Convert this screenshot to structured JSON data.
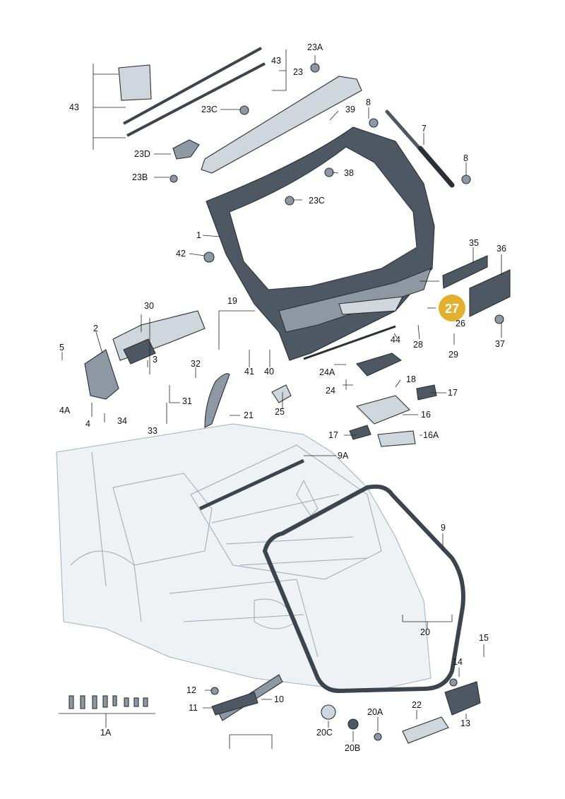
{
  "diagram": {
    "colors": {
      "part_dark": "#4d5862",
      "part_mid": "#8d98a2",
      "part_light": "#cfd6dc",
      "body_outline": "#9fb0bd",
      "highlight_badge": "#e2b02e"
    },
    "highlighted_part": "27",
    "labels": {
      "p1": "1",
      "p1A": "1A",
      "p2": "2",
      "p3": "3",
      "p4": "4",
      "p4A": "4A",
      "p5": "5",
      "p7": "7",
      "p8a": "8",
      "p8b": "8",
      "p9": "9",
      "p9A": "9A",
      "p10": "10",
      "p11": "11",
      "p12": "12",
      "p13": "13",
      "p14": "14",
      "p15": "15",
      "p16": "16",
      "p16A": "16A",
      "p17a": "17",
      "p17b": "17",
      "p18": "18",
      "p19": "19",
      "p20": "20",
      "p20A": "20A",
      "p20B": "20B",
      "p20C": "20C",
      "p21": "21",
      "p22": "22",
      "p23": "23",
      "p23A": "23A",
      "p23B": "23B",
      "p23Ca": "23C",
      "p23Cb": "23C",
      "p23D": "23D",
      "p24": "24",
      "p24A": "24A",
      "p25": "25",
      "p26": "26",
      "p27": "27",
      "p28": "28",
      "p29": "29",
      "p30": "30",
      "p31": "31",
      "p32": "32",
      "p33": "33",
      "p34": "34",
      "p35": "35",
      "p36": "36",
      "p37": "37",
      "p38": "38",
      "p39": "39",
      "p40": "40",
      "p41": "41",
      "p42": "42",
      "p43a": "43",
      "p43b": "43",
      "p44": "44"
    }
  }
}
